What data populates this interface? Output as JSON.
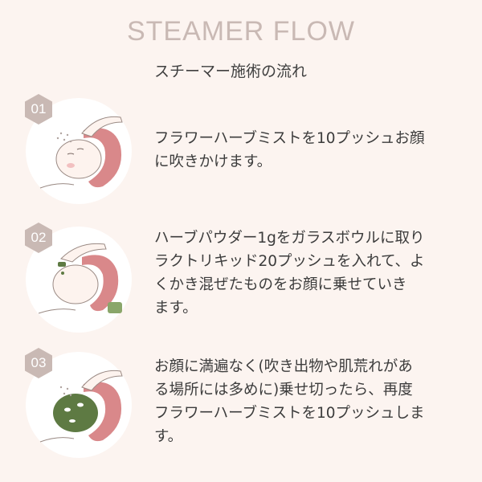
{
  "header": {
    "title": "STEAMER FLOW",
    "subtitle": "スチーマー施術の流れ"
  },
  "steps": [
    {
      "number": "01",
      "lines": [
        "フラワーハーブミストを10プッシュお顔",
        "に吹きかけます。"
      ]
    },
    {
      "number": "02",
      "lines": [
        "ハーブパウダー1gをガラスボウルに取り",
        "ラクトリキッド20プッシュを入れて、よ",
        "くかき混ぜたものをお顔に乗せていき",
        "ます。"
      ]
    },
    {
      "number": "03",
      "lines": [
        "お顔に満遍なく(吹き出物や肌荒れがあ",
        "る場所には多めに)乗せ切ったら、再度",
        "フラワーハーブミストを10プッシュしま",
        "す。"
      ]
    }
  ],
  "colors": {
    "background": "#fcf4f0",
    "badge": "#c9b9b4",
    "towel": "#d9888a",
    "mask": "#5e7a43"
  }
}
